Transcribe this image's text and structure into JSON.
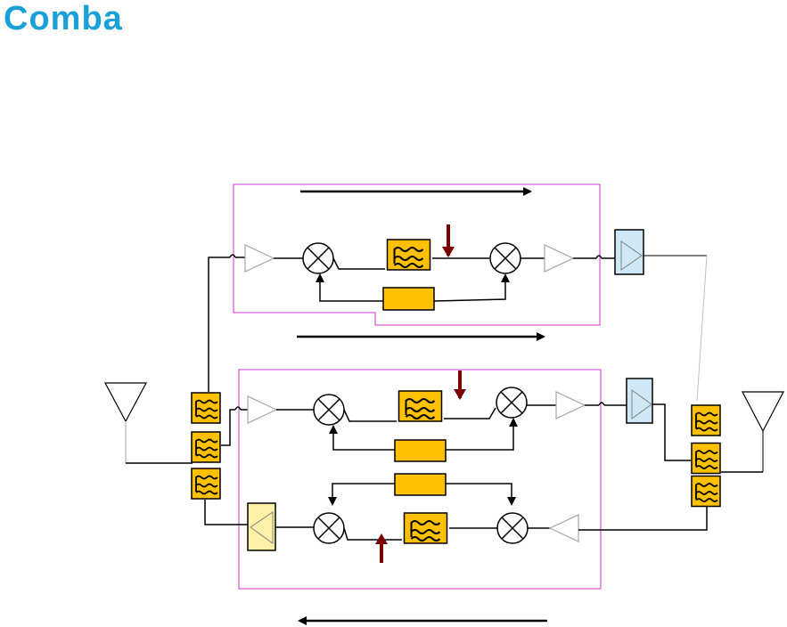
{
  "brand": {
    "logo_text": "Comba",
    "logo_color": "#1aa0d8"
  },
  "colors": {
    "filter_fill": "#ffc000",
    "filter_stroke": "#000000",
    "amp_fill": "#ffffff",
    "amp_stroke": "#a6a6a6",
    "pa_fill": "#cfe8f6",
    "lna_fill": "#fff2a8",
    "box_stroke": "#cc33cc",
    "tuning_arrow": "#7a0000",
    "line": "#000000",
    "rf_link": "#bfbfbf"
  },
  "icons": {
    "antenna": "antenna-icon",
    "amplifier": "amplifier-icon",
    "mixer": "mixer-icon",
    "filter": "bandpass-filter-icon",
    "oscillator": "local-oscillator-block",
    "power_amplifier": "power-amplifier-icon",
    "low_noise_amplifier": "low-noise-amplifier-icon",
    "tuning": "tuning-arrow-icon",
    "flow": "signal-flow-arrow"
  }
}
